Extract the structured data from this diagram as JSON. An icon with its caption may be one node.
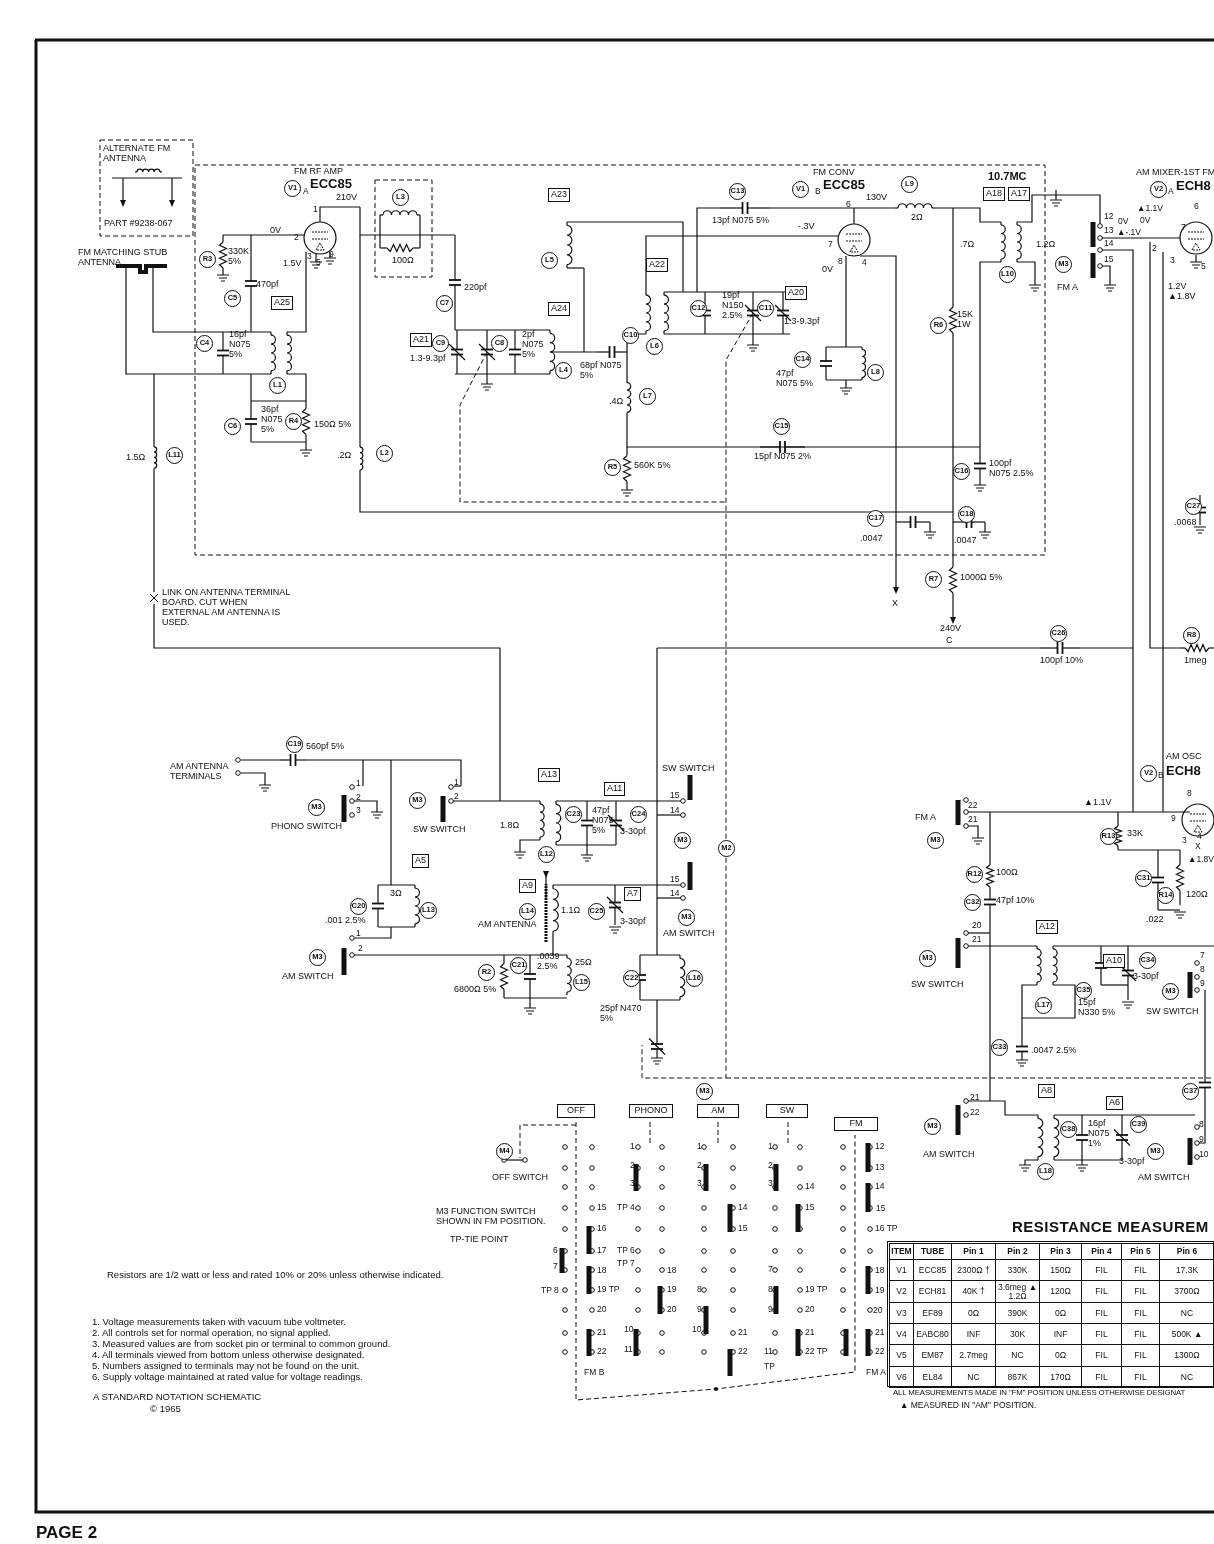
{
  "diagram": {
    "labels": [
      "ALTERNATE FM ANTENNA",
      "PART #9238-067",
      "FM MATCHING STUB ANTENNA",
      "FM RF AMP",
      "V1",
      "A",
      "ECC85",
      "210V",
      "0V",
      "1",
      "2",
      "3",
      "5",
      "9",
      "1.5V",
      "R3",
      "330K 5%",
      "C5",
      "470pf",
      "A25",
      "C4",
      "16pf N075 5%",
      "L1",
      "C6",
      "36pf N075 5%",
      "R4",
      "150Ω 5%",
      "1.5Ω",
      "L11",
      "L3",
      "100Ω",
      "C7",
      "220pf",
      "A21",
      "C9",
      "1.3-9.3pf",
      "C8",
      "2pf N075 5%",
      "A24",
      "L4",
      "A23",
      "L5",
      "C10",
      "68pf N075 5%",
      ".4Ω",
      "L7",
      "R5",
      "560K 5%",
      ".2Ω",
      "L2",
      "A22",
      "L6",
      "C12",
      "19pf N150 2.5%",
      "C11",
      "A20",
      "1.3-9.3pf",
      "C13",
      "13pf N075 5%",
      "FM CONV",
      "V1",
      "B",
      "ECC85",
      "130V",
      "-.3V",
      "6",
      "7",
      "8",
      "4",
      "0V",
      "C14",
      "47pf N075 5%",
      "L8",
      "L9",
      "2Ω",
      "R6",
      "15K 1W",
      "10.7MC",
      "A18",
      "A17",
      ".7Ω",
      "1.2Ω",
      "L10",
      "M3",
      "12",
      "0V",
      "13",
      "▲-.1V",
      "14",
      "15",
      "FM A",
      "AM MIXER-1ST FM",
      "V2",
      "A",
      "ECH8",
      "▲1.1V",
      "0V",
      "6",
      "7",
      "2",
      "3",
      "5",
      "1.2V ▲1.8V",
      "C15",
      "15pf N075 2%",
      "C16",
      "100pf N075 2.5%",
      "C17",
      ".0047",
      "C18",
      ".0047",
      "C27",
      ".0068",
      "X",
      "R7",
      "1000Ω 5%",
      "240V",
      "C",
      "LINK ON ANTENNA TERMINAL BOARD. CUT WHEN EXTERNAL AM ANTENNA IS USED.",
      "C26",
      "100pf 10%",
      "R8",
      "1meg",
      "C19",
      "560pf 5%",
      "AM ANTENNA TERMINALS",
      "M3",
      "1",
      "2",
      "3",
      "PHONO SWITCH",
      "M3",
      "1",
      "2",
      "SW SWITCH",
      "A13",
      "1.8Ω",
      "L12",
      "C23",
      "47pf N075 5%",
      "A11",
      "C24",
      "3-30pf",
      "SW SWITCH",
      "15",
      "14",
      "M3",
      "M2",
      "A5",
      "3Ω",
      "L13",
      "C20",
      ".001 2.5%",
      "M3",
      "1",
      "2",
      "AM SWITCH",
      "A9",
      "L14",
      "AM ANTENNA",
      "1.1Ω",
      "C25",
      "A7",
      "3-30pf",
      "15",
      "14",
      "M3",
      "AM SWITCH",
      "R2",
      "6800Ω 5%",
      "C21",
      ".0039 2.5%",
      "25Ω",
      "L15",
      "C22",
      "25pf N470 5%",
      "L16",
      "AM OSC",
      "V2",
      "B",
      "ECH8",
      "▲1.1V",
      "8",
      "9",
      "3",
      "4",
      "X",
      "▲1.8V",
      "FM A",
      "M3",
      "22",
      "21",
      "R13",
      "33K",
      "C31",
      ".022",
      "R14",
      "120Ω",
      "R12",
      "100Ω",
      "C32",
      "47pf 10%",
      "20",
      "21",
      "M3",
      "SW SWITCH",
      "A12",
      "L17",
      "A10",
      "C34",
      "3-30pf",
      "C35",
      "15pf N330 5%",
      "7",
      "8",
      "9",
      "M3",
      "SW SWITCH",
      "C33",
      ".0047 2.5%",
      "C37",
      "21",
      "22",
      "M3",
      "AM SWITCH",
      "A8",
      "A6",
      "C38",
      "16pf N075 1%",
      "C39",
      "3-30pf",
      "L18",
      "8",
      "9",
      "10",
      "M3",
      "AM SWITCH",
      "M3",
      "OFF",
      "PHONO",
      "AM",
      "SW",
      "FM",
      "M4",
      "OFF SWITCH",
      "M3 FUNCTION SWITCH SHOWN IN FM POSITION.",
      "TP-TIE POINT",
      "15",
      "16",
      "17",
      "18",
      "19 TP",
      "20",
      "21",
      "22",
      "6",
      "7",
      "TP 8",
      "FM B",
      "1",
      "2",
      "3",
      "TP 4",
      "TP 6",
      "TP 7",
      "18",
      "19",
      "20",
      "10",
      "11",
      "1",
      "2",
      "3",
      "14",
      "15",
      "8",
      "9",
      "10",
      "21",
      "22",
      "1",
      "2",
      "3",
      "14",
      "15",
      "7",
      "8",
      "9",
      "19 TP",
      "20",
      "21",
      "11",
      "22 TP",
      "TP",
      "12",
      "13",
      "14",
      "15",
      "16 TP",
      "18",
      "19",
      "20",
      "21",
      "22",
      "FM A",
      "Resistors are 1/2 watt or less and rated 10% or 20% unless otherwise indicated.",
      "1. Voltage measurements taken with vacuum tube voltmeter.",
      "2. All controls set for normal operation, no signal applied.",
      "3. Measured values are from socket pin or terminal to common ground.",
      "4. All terminals viewed from bottom unless otherwise designated.",
      "5. Numbers assigned to terminals may not be found on the unit.",
      "6. Supply voltage maintained at rated value for voltage readings.",
      "A STANDARD NOTATION SCHEMATIC",
      "© 1965",
      "PAGE 2",
      "RESISTANCE MEASUREM",
      "ITEM",
      "TUBE",
      "Pin 1",
      "Pin 2",
      "Pin 3",
      "Pin 4",
      "Pin 5",
      "Pin 6",
      "V1",
      "ECC85",
      "2300Ω †",
      "330K",
      "150Ω",
      "FIL",
      "FIL",
      "17.3K",
      "V2",
      "ECH81",
      "40K †",
      "3.6meg ▲ 1.2Ω",
      "120Ω",
      "FIL",
      "FIL",
      "3700Ω",
      "V3",
      "EF89",
      "0Ω",
      "390K",
      "0Ω",
      "FIL",
      "FIL",
      "NC",
      "V4",
      "EABC80",
      "INF",
      "30K",
      "INF",
      "FIL",
      "FIL",
      "500K ▲",
      "V5",
      "EM87",
      "2.7meg",
      "NC",
      "0Ω",
      "FIL",
      "FIL",
      "1300Ω",
      "V6",
      "EL84",
      "NC",
      "867K",
      "170Ω",
      "FIL",
      "FIL",
      "NC",
      "ALL MEASUREMENTS MADE IN \"FM\" POSITION UNLESS OTHERWISE DESIGNAT",
      "▲ MEASURED IN \"AM\" POSITION."
    ]
  }
}
